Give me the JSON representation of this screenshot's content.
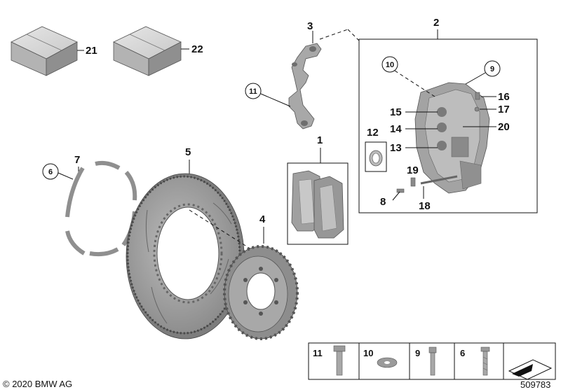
{
  "callouts": {
    "c1": "1",
    "c2": "2",
    "c3": "3",
    "c4": "4",
    "c5": "5",
    "c6": "6",
    "c7": "7",
    "c8": "8",
    "c9": "9",
    "c10": "10",
    "c11": "11",
    "c12": "12",
    "c13": "13",
    "c14": "14",
    "c15": "15",
    "c16": "16",
    "c17": "17",
    "c18": "18",
    "c19": "19",
    "c20": "20",
    "c21": "21",
    "c22": "22"
  },
  "legend_strip": {
    "items": [
      "11",
      "10",
      "9",
      "6"
    ]
  },
  "footer": {
    "copyright": "© 2020 BMW AG",
    "image_number": "509783"
  },
  "colors": {
    "part_gray": "#a9a9a9",
    "part_dark": "#6e6e6e",
    "part_light": "#cfcfcf",
    "line": "#111111"
  }
}
